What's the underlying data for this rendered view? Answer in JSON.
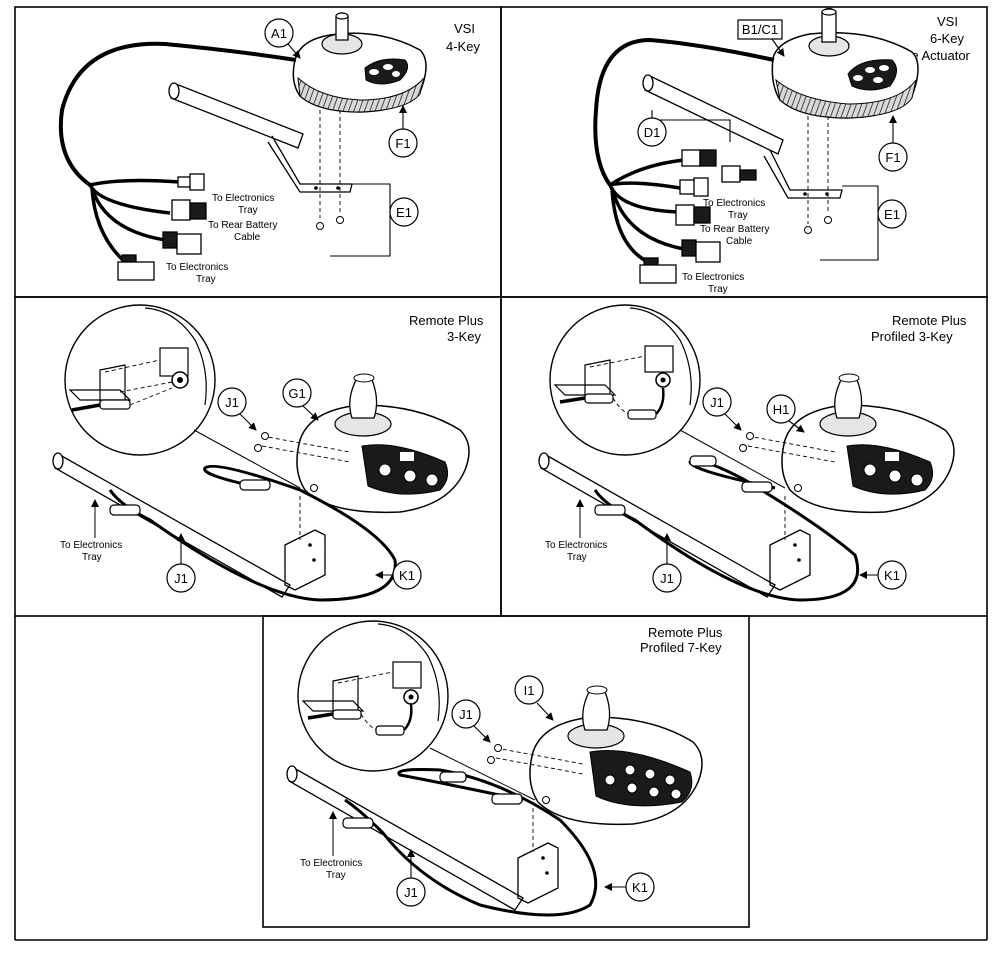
{
  "colors": {
    "line": "#000000",
    "background": "#ffffff",
    "housing_fill": "#d9d9d9",
    "keypad_fill": "#1a1a1a"
  },
  "panels": {
    "vsi4": {
      "title_line1": "VSI",
      "title_line2": "4-Key",
      "callouts": {
        "a1": "A1",
        "f1": "F1",
        "e1": "E1"
      },
      "labels": {
        "to_tray_1a": "To Electronics",
        "to_tray_1b": "Tray",
        "to_battery_a": "To Rear Battery",
        "to_battery_b": "Cable",
        "to_tray_2a": "To Electronics",
        "to_tray_2b": "Tray"
      }
    },
    "vsi6": {
      "title_line1": "VSI",
      "title_line2": "6-Key",
      "title_line3": "Future Actuator",
      "callouts": {
        "b1c1": "B1/C1",
        "d1": "D1",
        "f1": "F1",
        "e1": "E1"
      },
      "labels": {
        "to_tray_1a": "To Electronics",
        "to_tray_1b": "Tray",
        "to_battery_a": "To Rear Battery",
        "to_battery_b": "Cable",
        "to_tray_2a": "To Electronics",
        "to_tray_2b": "Tray"
      }
    },
    "rp3": {
      "title_line1": "Remote Plus",
      "title_line2": "3-Key",
      "callouts": {
        "g1": "G1",
        "j1a": "J1",
        "j1b": "J1",
        "k1": "K1"
      },
      "labels": {
        "to_tray_a": "To Electronics",
        "to_tray_b": "Tray"
      }
    },
    "rpp3": {
      "title_line1": "Remote Plus",
      "title_line2": "Profiled 3-Key",
      "callouts": {
        "h1": "H1",
        "j1a": "J1",
        "j1b": "J1",
        "k1": "K1"
      },
      "labels": {
        "to_tray_a": "To Electronics",
        "to_tray_b": "Tray"
      }
    },
    "rpp7": {
      "title_line1": "Remote Plus",
      "title_line2": "Profiled 7-Key",
      "callouts": {
        "i1": "I1",
        "j1a": "J1",
        "j1b": "J1",
        "k1": "K1"
      },
      "labels": {
        "to_tray_a": "To Electronics",
        "to_tray_b": "Tray"
      }
    }
  }
}
